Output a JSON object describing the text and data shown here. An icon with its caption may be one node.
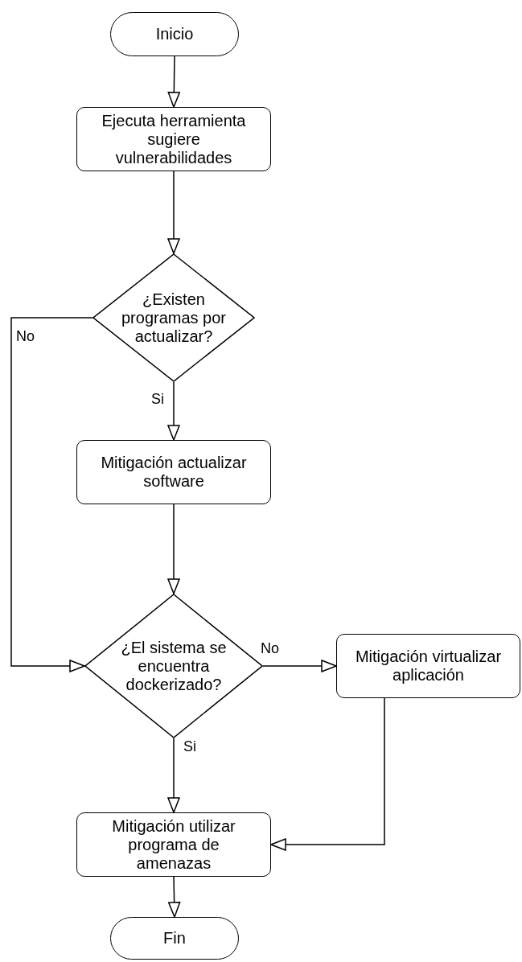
{
  "diagram": {
    "nodes": [
      {
        "text": [
          "Inicio"
        ]
      },
      {
        "text": [
          "Ejecuta herramienta sugiere vulnerabilidades"
        ]
      },
      {
        "text": [
          "¿Existen programas por actualizar?"
        ]
      },
      {
        "text": [
          "Mitigación actualizar software"
        ]
      },
      {
        "text": [
          "¿El sistema se encuentra dockerizado?"
        ]
      },
      {
        "text": [
          "Mitigación virtualizar aplicación"
        ]
      },
      {
        "text": [
          "Mitigación utilizar programa de amenazas"
        ]
      },
      {
        "text": [
          "Fin"
        ]
      }
    ],
    "edges": [
      {
        "from": 0,
        "to": 1,
        "arrow": "to"
      },
      {
        "from": 1,
        "to": 2,
        "arrow": "to"
      },
      {
        "from": 2,
        "to": 3,
        "arrow": "to",
        "label": "Si"
      },
      {
        "from": 3,
        "to": 4,
        "arrow": "to"
      },
      {
        "from": 2,
        "to": 4,
        "arrow": "to",
        "label": "No"
      },
      {
        "from": 4,
        "to": 5,
        "arrow": "to",
        "label": "No"
      },
      {
        "from": 4,
        "to": 6,
        "arrow": "to",
        "label": "Si"
      },
      {
        "from": 5,
        "to": 6,
        "arrow": "to"
      },
      {
        "from": 6,
        "to": 7,
        "arrow": "to"
      }
    ]
  }
}
